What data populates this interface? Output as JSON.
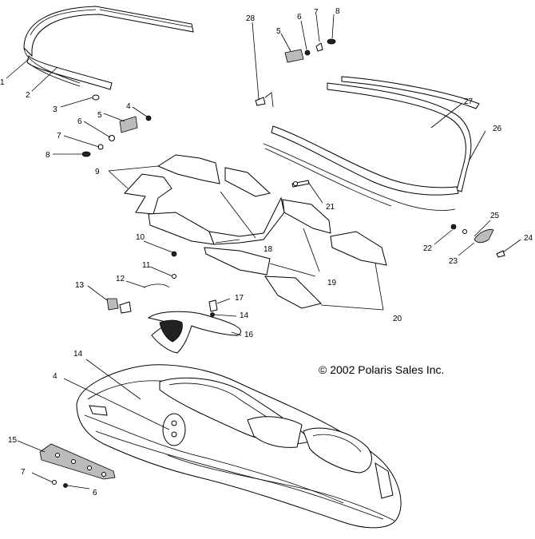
{
  "copyright": "© 2002 Polaris Sales Inc.",
  "callouts": [
    {
      "id": "c1",
      "label": "1"
    },
    {
      "id": "c2",
      "label": "2"
    },
    {
      "id": "c3",
      "label": "3"
    },
    {
      "id": "c4a",
      "label": "4"
    },
    {
      "id": "c5a",
      "label": "5"
    },
    {
      "id": "c6a",
      "label": "6"
    },
    {
      "id": "c7a",
      "label": "7"
    },
    {
      "id": "c8a",
      "label": "8"
    },
    {
      "id": "c9",
      "label": "9"
    },
    {
      "id": "c28",
      "label": "28"
    },
    {
      "id": "c6b",
      "label": "6"
    },
    {
      "id": "c7b",
      "label": "7"
    },
    {
      "id": "c8b",
      "label": "8"
    },
    {
      "id": "c5b",
      "label": "5"
    },
    {
      "id": "c27",
      "label": "27"
    },
    {
      "id": "c26",
      "label": "26"
    },
    {
      "id": "c21",
      "label": "21"
    },
    {
      "id": "c18",
      "label": "18"
    },
    {
      "id": "c19",
      "label": "19"
    },
    {
      "id": "c20",
      "label": "20"
    },
    {
      "id": "c10",
      "label": "10"
    },
    {
      "id": "c11",
      "label": "11"
    },
    {
      "id": "c12",
      "label": "12"
    },
    {
      "id": "c13",
      "label": "13"
    },
    {
      "id": "c17",
      "label": "17"
    },
    {
      "id": "c14a",
      "label": "14"
    },
    {
      "id": "c16",
      "label": "16"
    },
    {
      "id": "c25",
      "label": "25"
    },
    {
      "id": "c22",
      "label": "22"
    },
    {
      "id": "c23",
      "label": "23"
    },
    {
      "id": "c24",
      "label": "24"
    },
    {
      "id": "c14b",
      "label": "14"
    },
    {
      "id": "c4b",
      "label": "4"
    },
    {
      "id": "c15",
      "label": "15"
    },
    {
      "id": "c7c",
      "label": "7"
    },
    {
      "id": "c6c",
      "label": "6"
    }
  ]
}
